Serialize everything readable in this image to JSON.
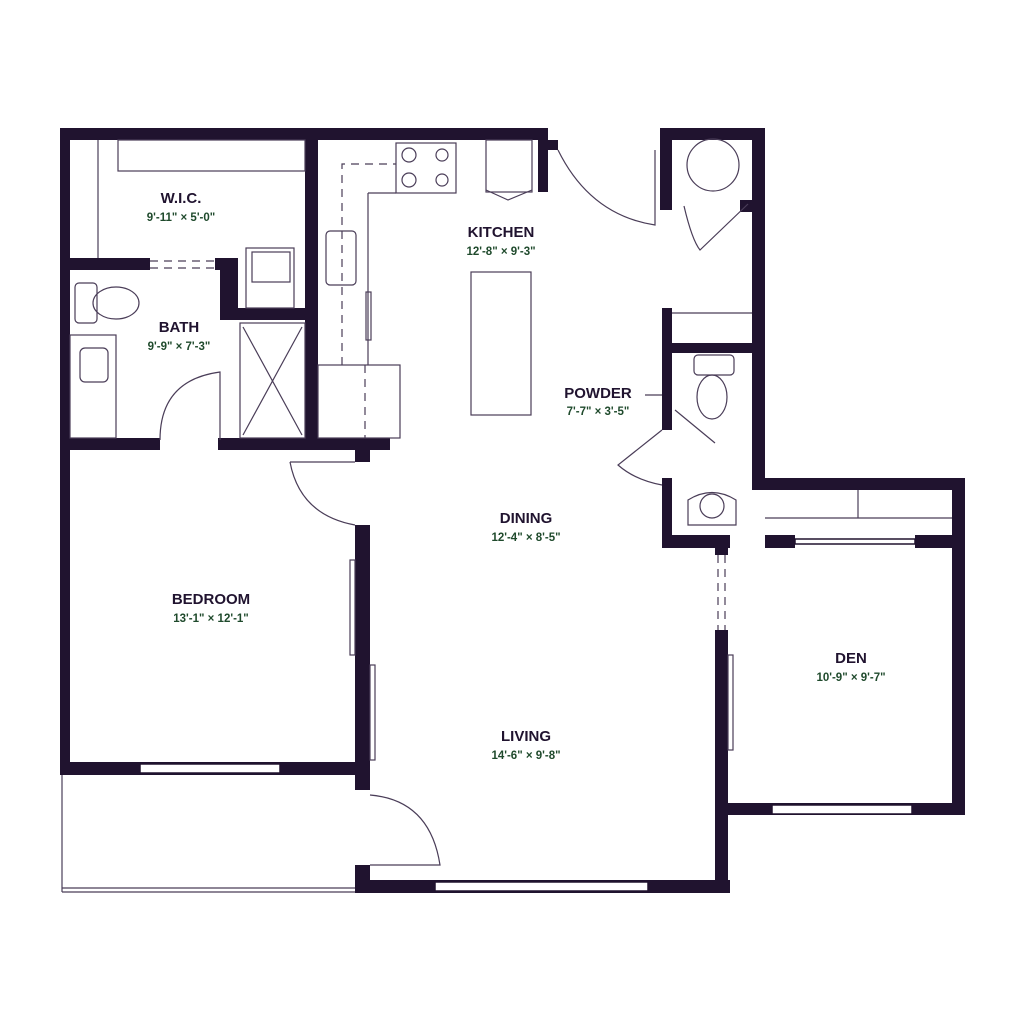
{
  "rooms": {
    "wic": {
      "name": "W.I.C.",
      "dims": "9'-11\" × 5'-0\""
    },
    "kitchen": {
      "name": "KITCHEN",
      "dims": "12'-8\" × 9'-3\""
    },
    "bath": {
      "name": "BATH",
      "dims": "9'-9\" × 7'-3\""
    },
    "powder": {
      "name": "POWDER",
      "dims": "7'-7\" × 3'-5\""
    },
    "dining": {
      "name": "DINING",
      "dims": "12'-4\" × 8'-5\""
    },
    "bedroom": {
      "name": "BEDROOM",
      "dims": "13'-1\" × 12'-1\""
    },
    "den": {
      "name": "DEN",
      "dims": "10'-9\" × 9'-7\""
    },
    "living": {
      "name": "LIVING",
      "dims": "14'-6\" × 9'-8\""
    }
  },
  "colors": {
    "wall": "#20132f",
    "label": "#20132f",
    "dimension": "#1f4a2c"
  }
}
